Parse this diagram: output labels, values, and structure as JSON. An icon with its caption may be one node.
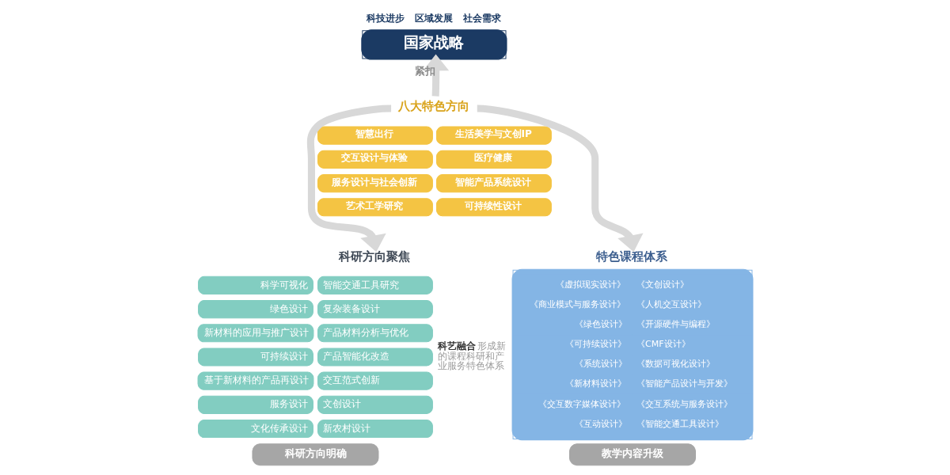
{
  "diagram": {
    "nodes": [
      {
        "text": [
          "国家战略"
        ],
        "beside": [
          "科技进步",
          "区域发展",
          "社会需求"
        ]
      },
      {
        "text": [
          "八大特色方向"
        ]
      },
      {
        "text": [
          "智慧出行"
        ]
      },
      {
        "text": [
          "生活美学与文创IP"
        ]
      },
      {
        "text": [
          "交互设计与体验"
        ]
      },
      {
        "text": [
          "医疗健康"
        ]
      },
      {
        "text": [
          "服务设计与社会创新"
        ]
      },
      {
        "text": [
          "智能产品系统设计"
        ]
      },
      {
        "text": [
          "艺术工学研究"
        ]
      },
      {
        "text": [
          "可持续性设计"
        ]
      },
      {
        "text": [
          "科研方向聚焦"
        ]
      },
      {
        "text": [
          "科学可视化"
        ]
      },
      {
        "text": [
          "智能交通工具研究"
        ]
      },
      {
        "text": [
          "绿色设计"
        ]
      },
      {
        "text": [
          "复杂装备设计"
        ]
      },
      {
        "text": [
          "新材料的应用与推广设计"
        ]
      },
      {
        "text": [
          "产品材料分析与优化"
        ]
      },
      {
        "text": [
          "可持续设计"
        ]
      },
      {
        "text": [
          "产品智能化改造"
        ]
      },
      {
        "text": [
          "基于新材料的产品再设计"
        ]
      },
      {
        "text": [
          "交互范式创新"
        ]
      },
      {
        "text": [
          "服务设计"
        ]
      },
      {
        "text": [
          "文创设计"
        ]
      },
      {
        "text": [
          "文化传承设计"
        ]
      },
      {
        "text": [
          "新农村设计"
        ]
      },
      {
        "text": [
          "特色课程体系",
          "《虚拟现实设计》",
          "《文创设计》",
          "《商业模式与服务设计》",
          "《人机交互设计》",
          "《绿色设计》",
          "《开源硬件与编程》",
          "《可持续设计》",
          "《CMF设计》",
          "《系统设计》",
          "《数据可视化设计》",
          "《新材料设计》",
          "《智能产品设计与开发》",
          "《交互数字媒体设计》",
          "《交互系统与服务设计》",
          "《互动设计》",
          "《智能交通工具设计》"
        ]
      },
      {
        "text": [
          "科研方向明确"
        ]
      },
      {
        "text": [
          "教学内容升级"
        ]
      }
    ],
    "edges": [
      {
        "from": 1,
        "to": 0,
        "arrow": "to",
        "label": "紧扣"
      },
      {
        "from": 1,
        "to": 10,
        "arrow": "to"
      },
      {
        "from": 1,
        "to": 25,
        "arrow": "to"
      }
    ],
    "labels": [
      "**科艺融合**形成新的课程科研和产业服务特色体系"
    ]
  }
}
